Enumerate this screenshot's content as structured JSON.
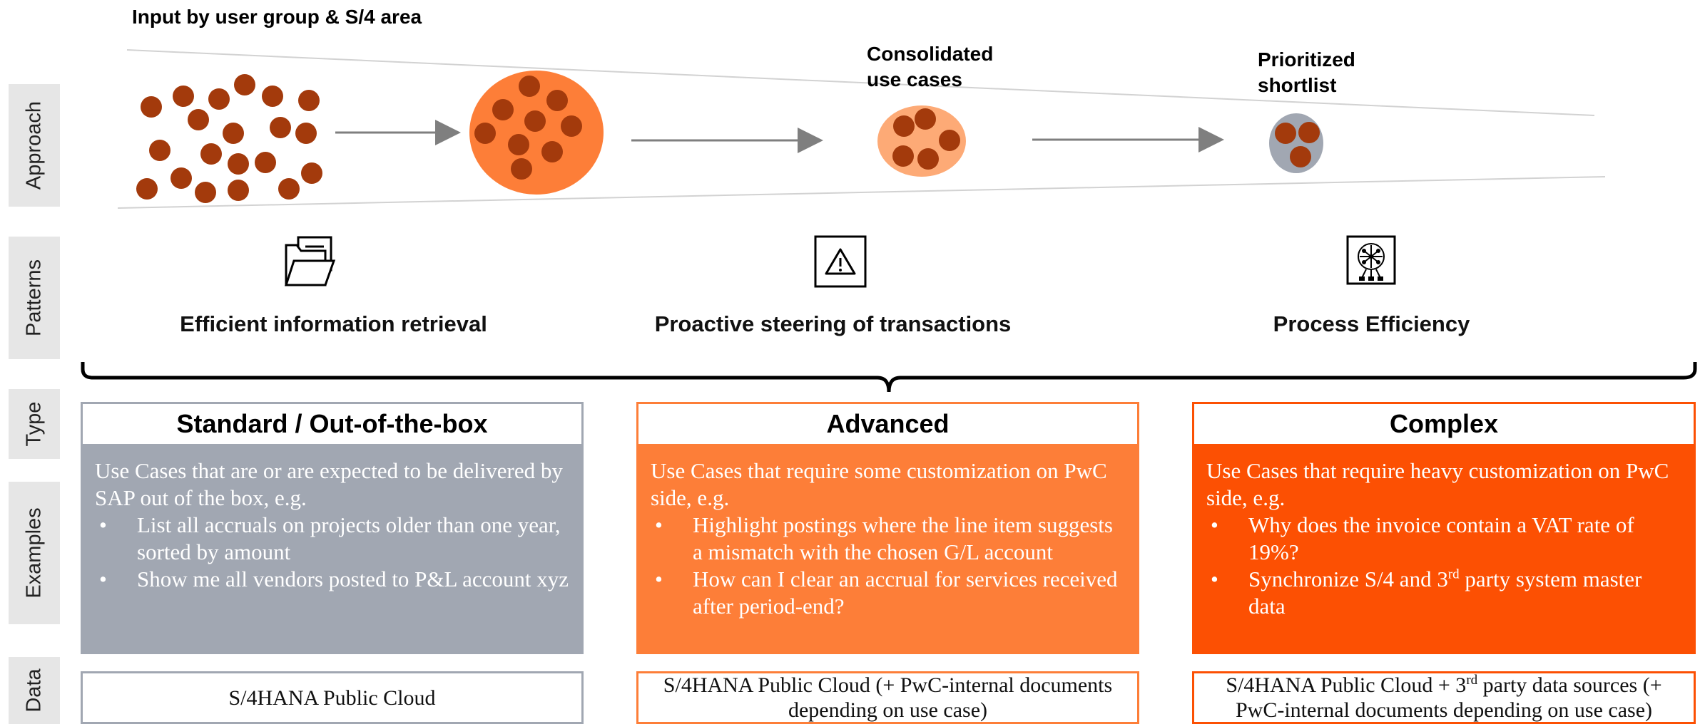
{
  "row_labels": {
    "approach": "Approach",
    "patterns": "Patterns",
    "type": "Type",
    "examples": "Examples",
    "data": "Data"
  },
  "approach": {
    "input_label": "Input by user group & S/4 area",
    "consolidated_label_line1": "Consolidated",
    "consolidated_label_line2": "use cases",
    "shortlist_label_line1": "Prioritized",
    "shortlist_label_line2": "shortlist"
  },
  "patterns": [
    {
      "icon": "folder-document-icon",
      "title": "Efficient information retrieval"
    },
    {
      "icon": "warning-triangle-icon",
      "title": "Proactive steering of transactions"
    },
    {
      "icon": "process-network-icon",
      "title": "Process Efficiency"
    }
  ],
  "types": [
    {
      "title": "Standard / Out-of-the-box",
      "border_color": "#a1a7b2",
      "fill_color": "#a1a7b2",
      "intro": "Use Cases that are or are expected to be delivered by SAP out of the box, e.g.",
      "bullets": [
        "List all accruals on projects older than one year, sorted by amount",
        "Show me all vendors posted to P&L account xyz"
      ],
      "data_text": "S/4HANA Public Cloud"
    },
    {
      "title": "Advanced",
      "border_color": "#fd7e38",
      "fill_color": "#fd7e38",
      "intro": "Use Cases that require some customization on PwC side, e.g.",
      "bullets": [
        "Highlight postings where the line item suggests a mismatch with the chosen G/L account",
        "How can I clear an accrual for services received after period-end?"
      ],
      "data_text": "S/4HANA Public Cloud (+ PwC-internal documents depending on use case)"
    },
    {
      "title": "Complex",
      "border_color": "#fc5003",
      "fill_color": "#fc5003",
      "intro": "Use Cases that require heavy customization on PwC side, e.g.",
      "bullets": [
        "Why does the invoice contain a VAT rate of 19%?",
        {
          "before": "Synchronize S/4 and 3",
          "sup": "rd",
          "after": " party system master data"
        }
      ],
      "data_text": {
        "before": "S/4HANA Public Cloud + 3",
        "sup": "rd",
        "after": " party data sources (+ PwC-internal documents depending on use case)"
      }
    }
  ],
  "colors": {
    "dot": "#a33a0c",
    "big_circle": "#fd7e38",
    "mid_circle": "#fdaa76",
    "small_circle": "#a1a7b2",
    "arrow": "#7f7f7f",
    "label_bg": "#e6e6e6"
  }
}
